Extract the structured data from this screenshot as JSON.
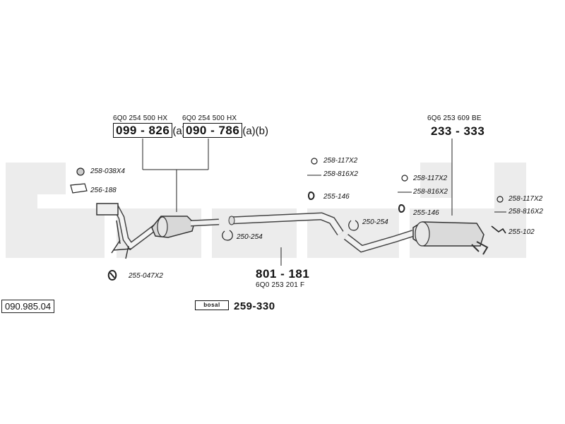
{
  "catalog_number": "090.985.04",
  "brand_logo_text": "bosal",
  "parts": {
    "catalytic_converter_1": {
      "oem": "6Q0 254 500 HX",
      "part": "099 - 826",
      "suffix": "(a)"
    },
    "catalytic_converter_2": {
      "oem": "6Q0 254 500 HX",
      "part": "090 - 786",
      "suffix": "(a)(b)"
    },
    "rear_silencer": {
      "oem": "6Q6 253 609 BE",
      "part": "233 - 333"
    },
    "middle_pipe": {
      "part": "801 - 181",
      "oem": "6Q0 253 201 F"
    },
    "mounting_kit": {
      "part": "259-330"
    }
  },
  "small_parts": {
    "gasket_front": "258-038X4",
    "flange_gasket": "256-188",
    "mount_front": "255-047X2",
    "clamp_1": "250-254",
    "ring_1": "258-117X2",
    "bolt_1": "258-816X2",
    "mount_1": "255-146",
    "clamp_2": "250-254",
    "ring_2": "258-117X2",
    "bolt_2": "258-816X2",
    "mount_2": "255-146",
    "ring_3": "258-117X2",
    "bolt_3": "258-816X2",
    "mount_3": "255-102"
  }
}
